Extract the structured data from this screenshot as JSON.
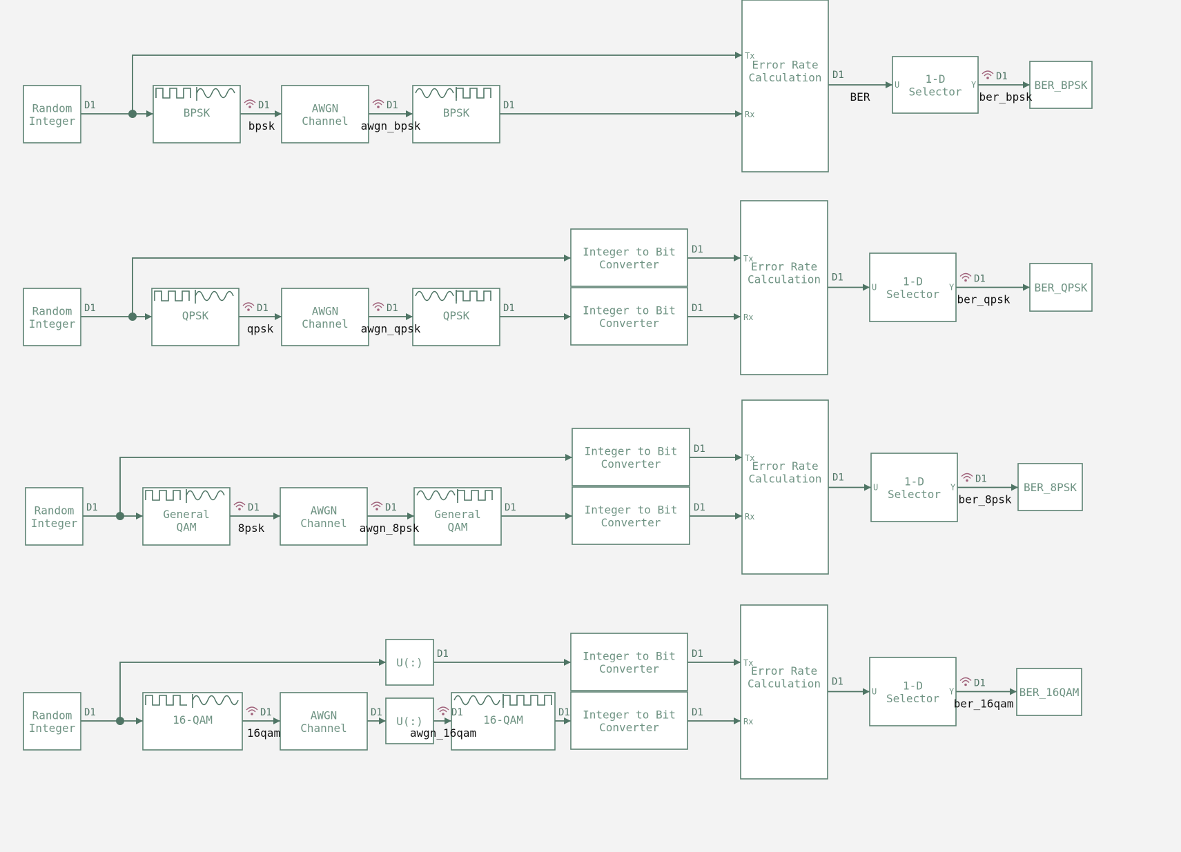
{
  "colors": {
    "background": "#f3f3f3",
    "block_fill": "#ffffff",
    "block_stroke": "#5d8272",
    "block_text": "#6f9383",
    "wire": "#4f7565",
    "signal_label": "#111111",
    "logging_icon": "#a0617a"
  },
  "labels": {
    "random_integer": [
      "Random",
      "Integer"
    ],
    "awgn_channel": [
      "AWGN",
      "Channel"
    ],
    "int_to_bit": [
      "Integer to Bit",
      "Converter"
    ],
    "error_rate": [
      "Error Rate",
      "Calculation"
    ],
    "selector": [
      "1-D",
      "Selector"
    ],
    "reshape": "U(:)",
    "dtype": "D1",
    "port_tx": "Tx",
    "port_rx": "Rx",
    "port_u": "U",
    "port_y": "Y"
  },
  "rows": [
    {
      "id": "bpsk",
      "modulator": [
        "BPSK"
      ],
      "demodulator": [
        "BPSK"
      ],
      "tx_signal": "bpsk",
      "rx_signal": "awgn_bpsk",
      "error_signal": "BER",
      "ber_signal": "ber_bpsk",
      "display": "BER_BPSK"
    },
    {
      "id": "qpsk",
      "modulator": [
        "QPSK"
      ],
      "demodulator": [
        "QPSK"
      ],
      "tx_signal": "qpsk",
      "rx_signal": "awgn_qpsk",
      "ber_signal": "ber_qpsk",
      "display": "BER_QPSK"
    },
    {
      "id": "8psk",
      "modulator": [
        "General",
        "QAM"
      ],
      "demodulator": [
        "General",
        "QAM"
      ],
      "tx_signal": "8psk",
      "rx_signal": "awgn_8psk",
      "ber_signal": "ber_8psk",
      "display": "BER_8PSK"
    },
    {
      "id": "16qam",
      "modulator": [
        "16-QAM"
      ],
      "demodulator": [
        "16-QAM"
      ],
      "tx_signal": "16qam",
      "rx_signal": "awgn_16qam",
      "ber_signal": "ber_16qam",
      "display": "BER_16QAM"
    }
  ]
}
